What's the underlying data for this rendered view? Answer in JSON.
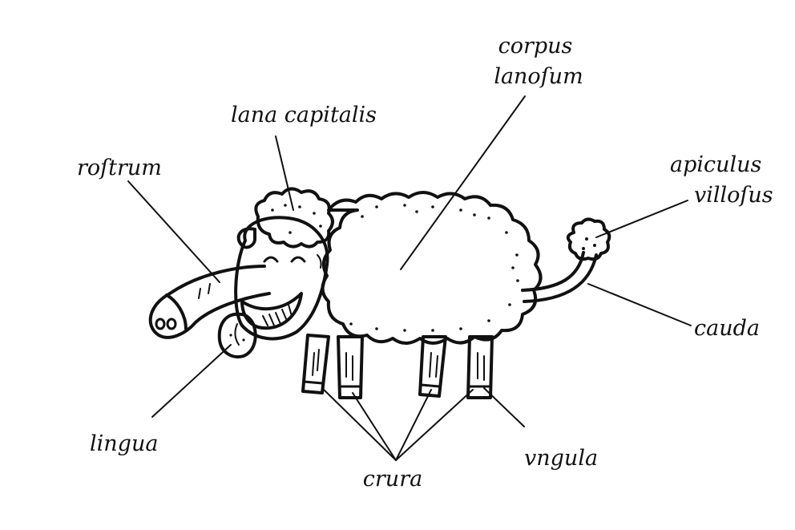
{
  "diagram": {
    "labels": {
      "corpus": [
        "corpus",
        "lanoſum"
      ],
      "lana_capitalis": "lana capitalis",
      "rostrum": "roſtrum",
      "apiculus": [
        "apiculus",
        "villoſus"
      ],
      "cauda": "cauda",
      "lingua": "lingua",
      "crura": "crura",
      "ungula": "vngula"
    }
  },
  "colors": {
    "ink": "#111111",
    "paper": "#ffffff"
  }
}
